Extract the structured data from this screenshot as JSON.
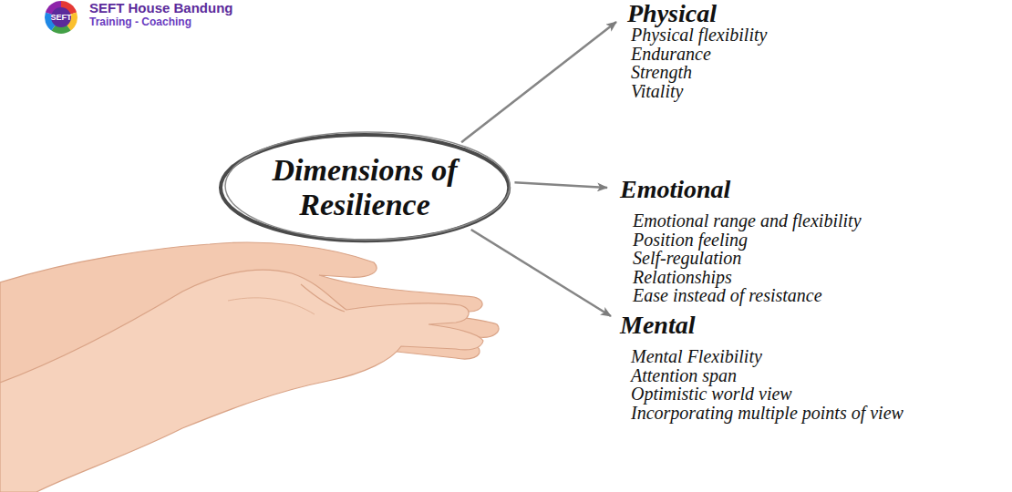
{
  "diagram": {
    "nodes": [
      {
        "text": [
          "Dimensions of Resilience"
        ]
      },
      {
        "text": [
          "Physical",
          "Physical flexibility",
          "Endurance",
          "Strength",
          "Vitality"
        ]
      },
      {
        "text": [
          "Emotional",
          "Emotional range and flexibility",
          "Position feeling",
          "Self-regulation",
          "Relationships",
          "Ease instead of resistance"
        ]
      },
      {
        "text": [
          "Mental",
          "Mental Flexibility",
          "Attention span",
          "Optimistic world view",
          "Incorporating multiple points of view"
        ]
      }
    ],
    "edges": [
      {
        "from": 0,
        "to": 1,
        "arrow": "to"
      },
      {
        "from": 0,
        "to": 2,
        "arrow": "to"
      },
      {
        "from": 0,
        "to": 3,
        "arrow": "to"
      }
    ],
    "labels": [
      "SEFT",
      "SEFT House Bandung",
      "Training - Coaching"
    ]
  }
}
